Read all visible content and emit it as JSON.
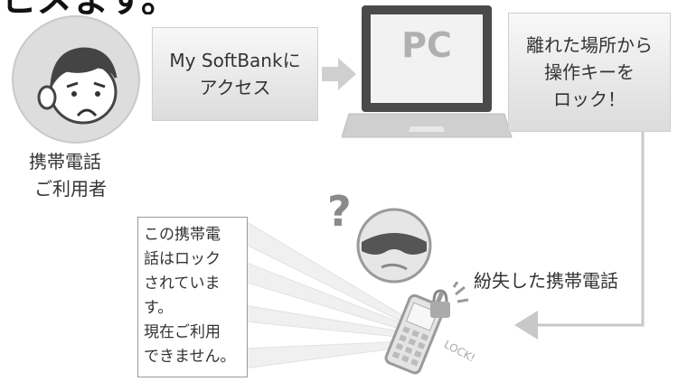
{
  "header_fragment": "ヒメます。",
  "user_label": [
    "携帯電話",
    "ご利用者"
  ],
  "access_box": [
    "My SoftBankに",
    "アクセス"
  ],
  "pc_label": "PC",
  "lock_box": [
    "離れた場所から",
    "操作キーを",
    "ロック！"
  ],
  "lost_phone_label": "紛失した携帯電話",
  "phone_message": [
    "この携帯電",
    "話はロック",
    "されていま",
    "す。",
    "現在ご利用",
    "できません。"
  ],
  "lock_sticker": "LOCK!"
}
